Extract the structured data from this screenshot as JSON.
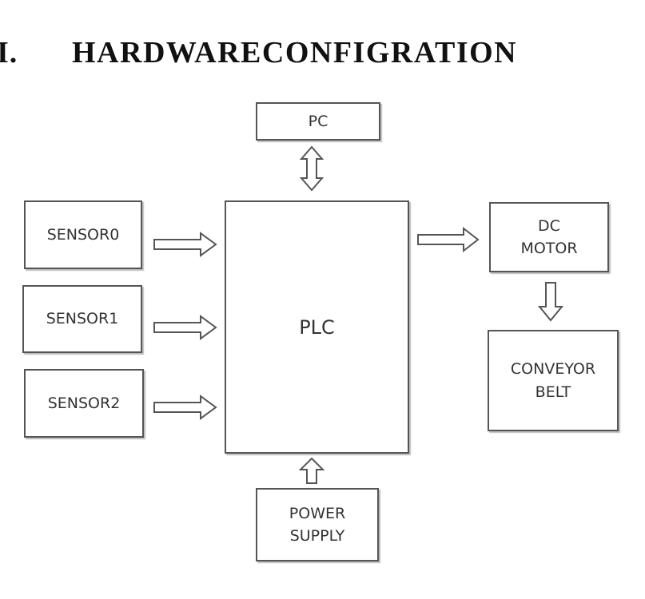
{
  "heading": {
    "number": "I.",
    "title": "HARDWARECONFIGRATION"
  },
  "blocks": {
    "pc": "PC",
    "sensor0": "SENSOR0",
    "sensor1": "SENSOR1",
    "sensor2": "SENSOR2",
    "plc": "PLC",
    "dc_motor_line1": "DC",
    "dc_motor_line2": "MOTOR",
    "conveyor_line1": "CONVEYOR",
    "conveyor_line2": "BELT",
    "power_line1": "POWER",
    "power_line2": "SUPPLY"
  },
  "colors": {
    "stroke": "#555555",
    "text": "#333333"
  }
}
